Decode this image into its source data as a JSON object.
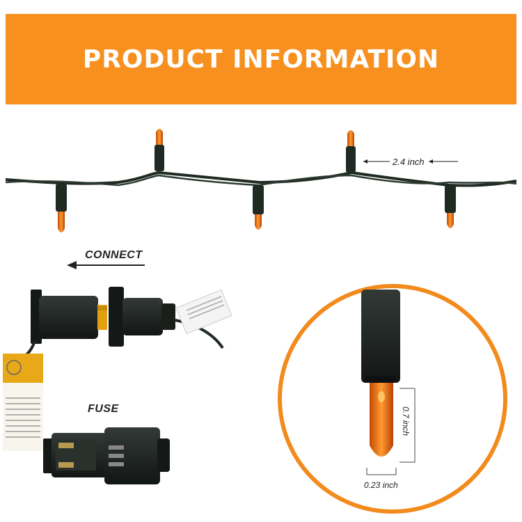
{
  "banner": {
    "title": "PRODUCT INFORMATION",
    "color": "#f7901e"
  },
  "dimensions": {
    "bulb_spacing": "2.4 inch",
    "bulb_height": "0.7 inch",
    "bulb_width": "0.23 inch"
  },
  "plug_section": {
    "connect_label": "CONNECT",
    "fuse_label": "FUSE"
  },
  "colors": {
    "wire": "#1f2a22",
    "bulb": "#e8650f",
    "circle_border": "#f28a1c"
  }
}
